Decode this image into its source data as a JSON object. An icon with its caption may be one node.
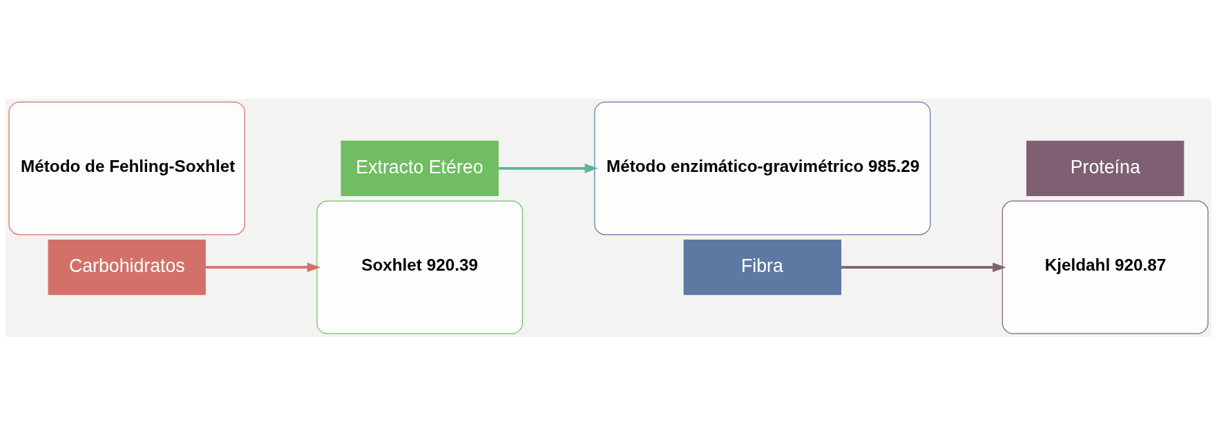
{
  "diagram": {
    "nodes": [
      {
        "text": [
          "Método de Fehling-Soxhlet"
        ]
      },
      {
        "text": [
          "Carbohidratos"
        ]
      },
      {
        "text": [
          "Extracto Etéreo"
        ]
      },
      {
        "text": [
          "Soxhlet 920.39"
        ]
      },
      {
        "text": [
          "Método enzimático-gravimétrico 985.29"
        ]
      },
      {
        "text": [
          "Fibra"
        ]
      },
      {
        "text": [
          "Proteína"
        ]
      },
      {
        "text": [
          "Kjeldahl 920.87"
        ]
      }
    ],
    "edges": [
      {
        "from": 1,
        "to": 3,
        "arrow": "to",
        "color": "#d4706a"
      },
      {
        "from": 2,
        "to": 4,
        "arrow": "to",
        "color": "#5db39b"
      },
      {
        "from": 5,
        "to": 7,
        "arrow": "to",
        "color": "#7f6073"
      }
    ]
  }
}
